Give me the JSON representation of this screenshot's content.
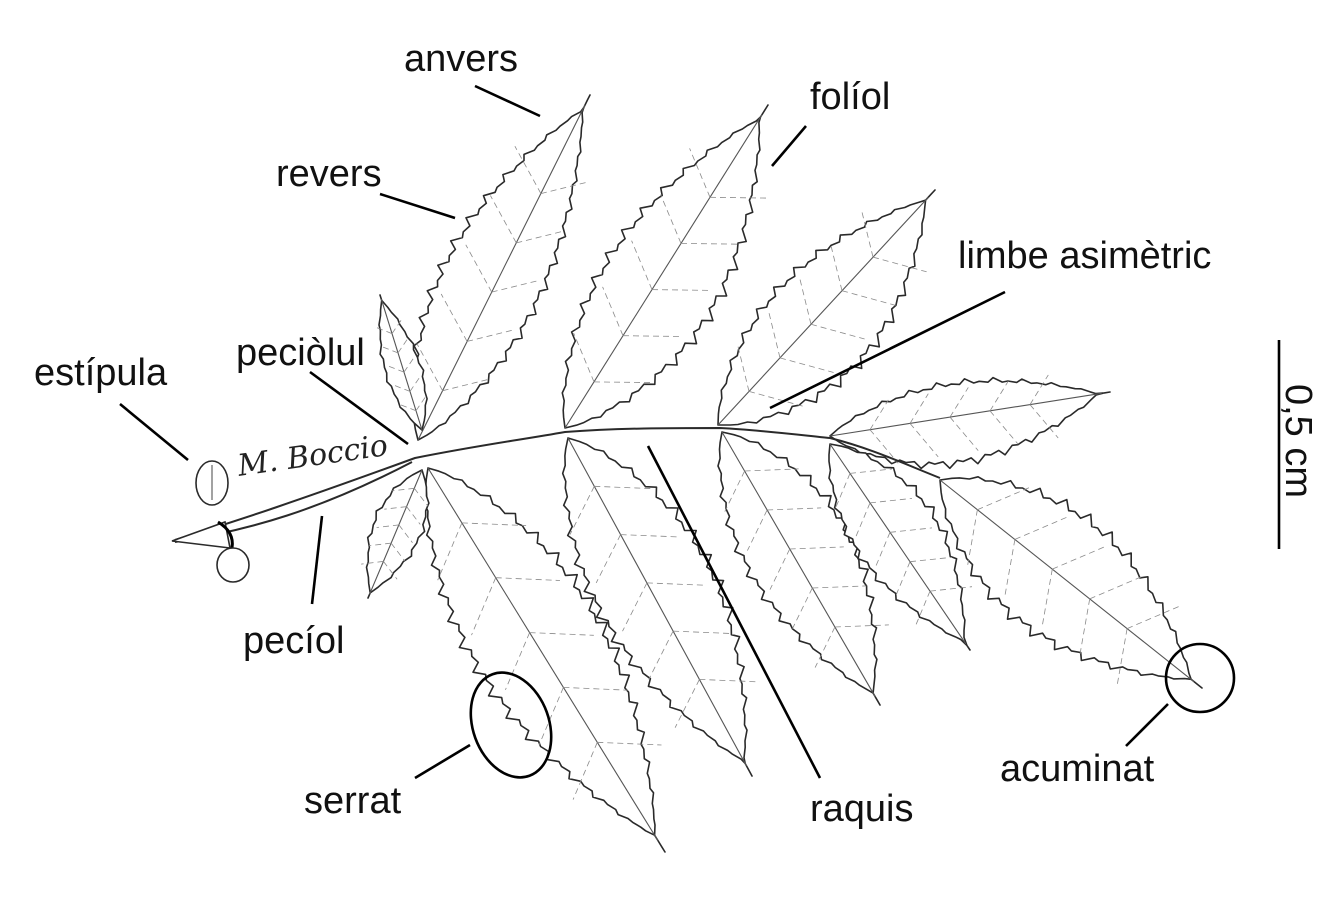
{
  "labels": {
    "anvers": "anvers",
    "revers": "revers",
    "foliol": "folíol",
    "limbe": "limbe asimètric",
    "estipula": "estípula",
    "peciolul": "peciòlul",
    "peciol": "pecíol",
    "serrat": "serrat",
    "raquis": "raquis",
    "acuminat": "acuminat"
  },
  "scale": {
    "label": "0,5 cm"
  },
  "signature": "M. Boccio"
}
